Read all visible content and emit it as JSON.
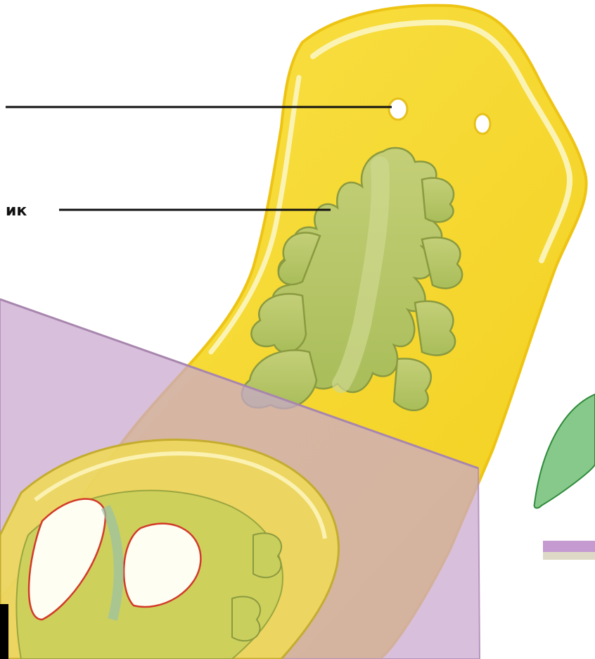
{
  "labels": {
    "eye_label": "",
    "intestine_label": "ик"
  },
  "colors": {
    "body_yellow": "#f7dc3c",
    "body_rim": "#f4ce18",
    "intestine_green": "#b8c86a",
    "intestine_outline": "#8a9a40",
    "plane_purple": "#c9a7cf",
    "leaf_green": "#86c98a",
    "leaf_outline": "#2e8a3a",
    "section_red": "#d23a2a",
    "leader_line": "#111111"
  },
  "icons": {
    "eye": "eye-spot",
    "leaf": "leaf",
    "cut_plane": "section-plane"
  }
}
